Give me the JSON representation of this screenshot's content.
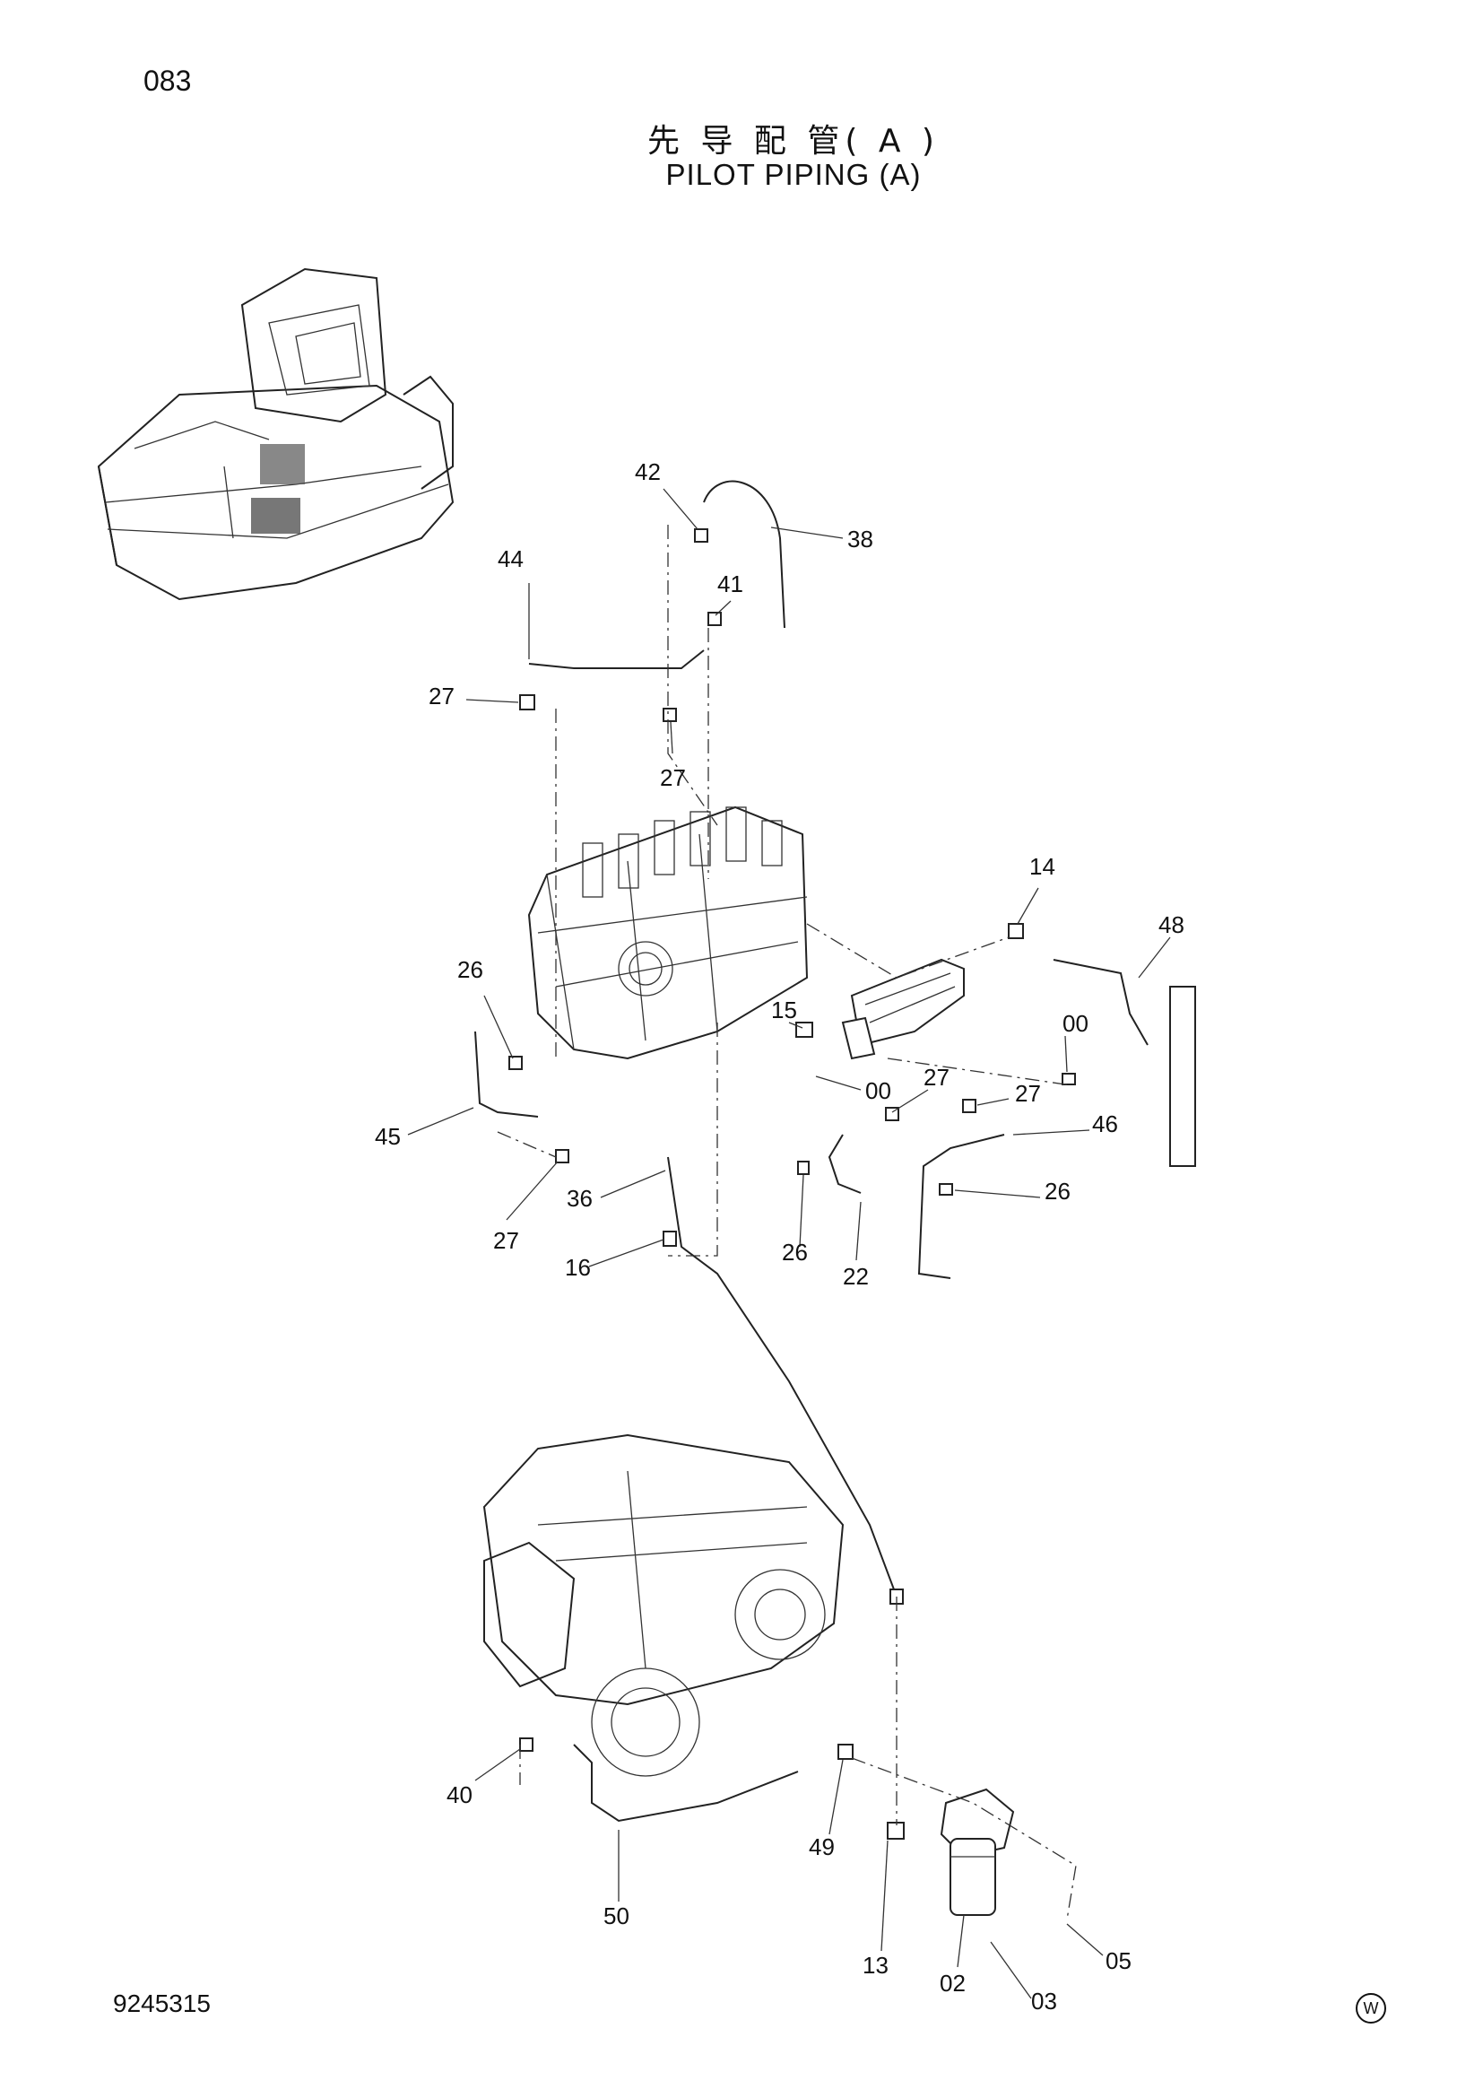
{
  "header": {
    "page_number": "083",
    "title_cn": "先 导 配 管( A )",
    "title_en": "PILOT PIPING (A)"
  },
  "footer": {
    "drawing_number": "9245315",
    "mark": "W"
  },
  "callouts": [
    "42",
    "38",
    "41",
    "44",
    "27",
    "27",
    "14",
    "48",
    "26",
    "15",
    "00",
    "00",
    "27",
    "27",
    "45",
    "46",
    "26",
    "36",
    "27",
    "16",
    "26",
    "22",
    "40",
    "49",
    "50",
    "13",
    "02",
    "03",
    "05"
  ]
}
